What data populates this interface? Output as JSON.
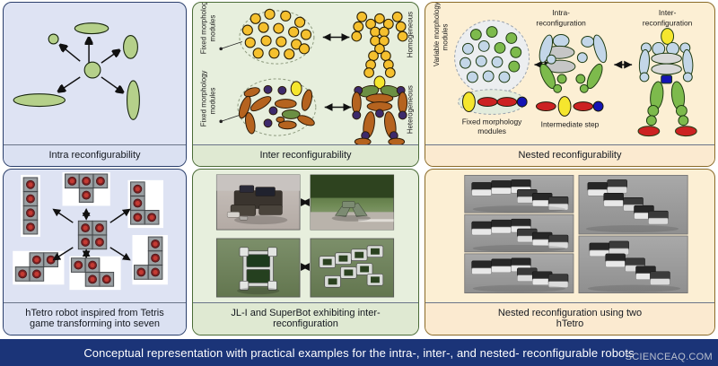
{
  "figure": {
    "banner_text": "Conceptual representation with practical examples for the intra-, inter-, and nested- reconfigurable robots",
    "watermark": "SCIENCEAQ.COM"
  },
  "columns": [
    {
      "id": "intra",
      "accent": "#2b3f6b",
      "tint": "#dee3f3",
      "caption_tint": "#dbe1f2",
      "top": {
        "caption": "Intra reconfigurability",
        "labels": [],
        "shape_color": "#b5d08a",
        "shape_stroke": "#16240c"
      },
      "bottom": {
        "caption": "hTetro robot inspired from Tetris game transforming into seven shapes",
        "caption_line1": "hTetro robot inspired from Tetris",
        "caption_line2": "game transforming into seven",
        "caption_line3": "shapes"
      }
    },
    {
      "id": "inter",
      "accent": "#4a6b36",
      "tint": "#e7efdd",
      "caption_tint": "#dfe9d2",
      "top": {
        "caption": "Inter reconfigurability",
        "label_left_top": "Fixed morphology modules",
        "label_left_bottom": "Fixed morphology modules",
        "label_right_top": "Homogeneous",
        "label_right_bottom": "Heterogeneous",
        "homogeneous_module_color": "#f5c02e",
        "heterogeneous_colors": [
          "#b5631f",
          "#3d2a6b",
          "#6b8f43",
          "#f5e62e"
        ]
      },
      "bottom": {
        "caption": "JL-I and SuperBot exhibiting inter-reconfiguration",
        "caption_line1": "JL-I and SuperBot exhibiting inter-",
        "caption_line2": "reconfiguration",
        "photos": [
          "JL-I tracked robot on pavement",
          "JL-I robot articulated on pavement",
          "SuperBot single module on green mat",
          "SuperBot multi-module chain configuration"
        ]
      }
    },
    {
      "id": "nested",
      "accent": "#8a6a28",
      "tint": "#fcefd4",
      "caption_tint": "#fbead0",
      "top": {
        "caption": "Nested reconfigurability",
        "label_left": "Variable morphology modules",
        "label_fixed": "Fixed morphology modules",
        "label_intra": "Intra-reconfiguration",
        "label_intra_line1": "Intra-",
        "label_intra_line2": "reconfiguration",
        "label_inter": "Inter-reconfiguration",
        "label_inter_line1": "Inter-",
        "label_inter_line2": "reconfiguration",
        "label_intermediate": "Intermediate step",
        "colors": {
          "blue_module": "#c3d6e8",
          "green_module": "#7dba4c",
          "grey_module": "#c6c6c6",
          "yellow_module": "#f5e62e",
          "red_module": "#cc2222",
          "navy_module": "#1414b4"
        }
      },
      "bottom": {
        "caption": "Nested reconfiguration using two hTetro",
        "caption_line1": "Nested reconfiguration using two",
        "caption_line2": "hTetro",
        "photos": [
          "hTetro pair snake form A",
          "hTetro pair snake form B",
          "hTetro pair snake form C",
          "hTetro pair L form A",
          "hTetro pair L form B"
        ]
      }
    }
  ]
}
